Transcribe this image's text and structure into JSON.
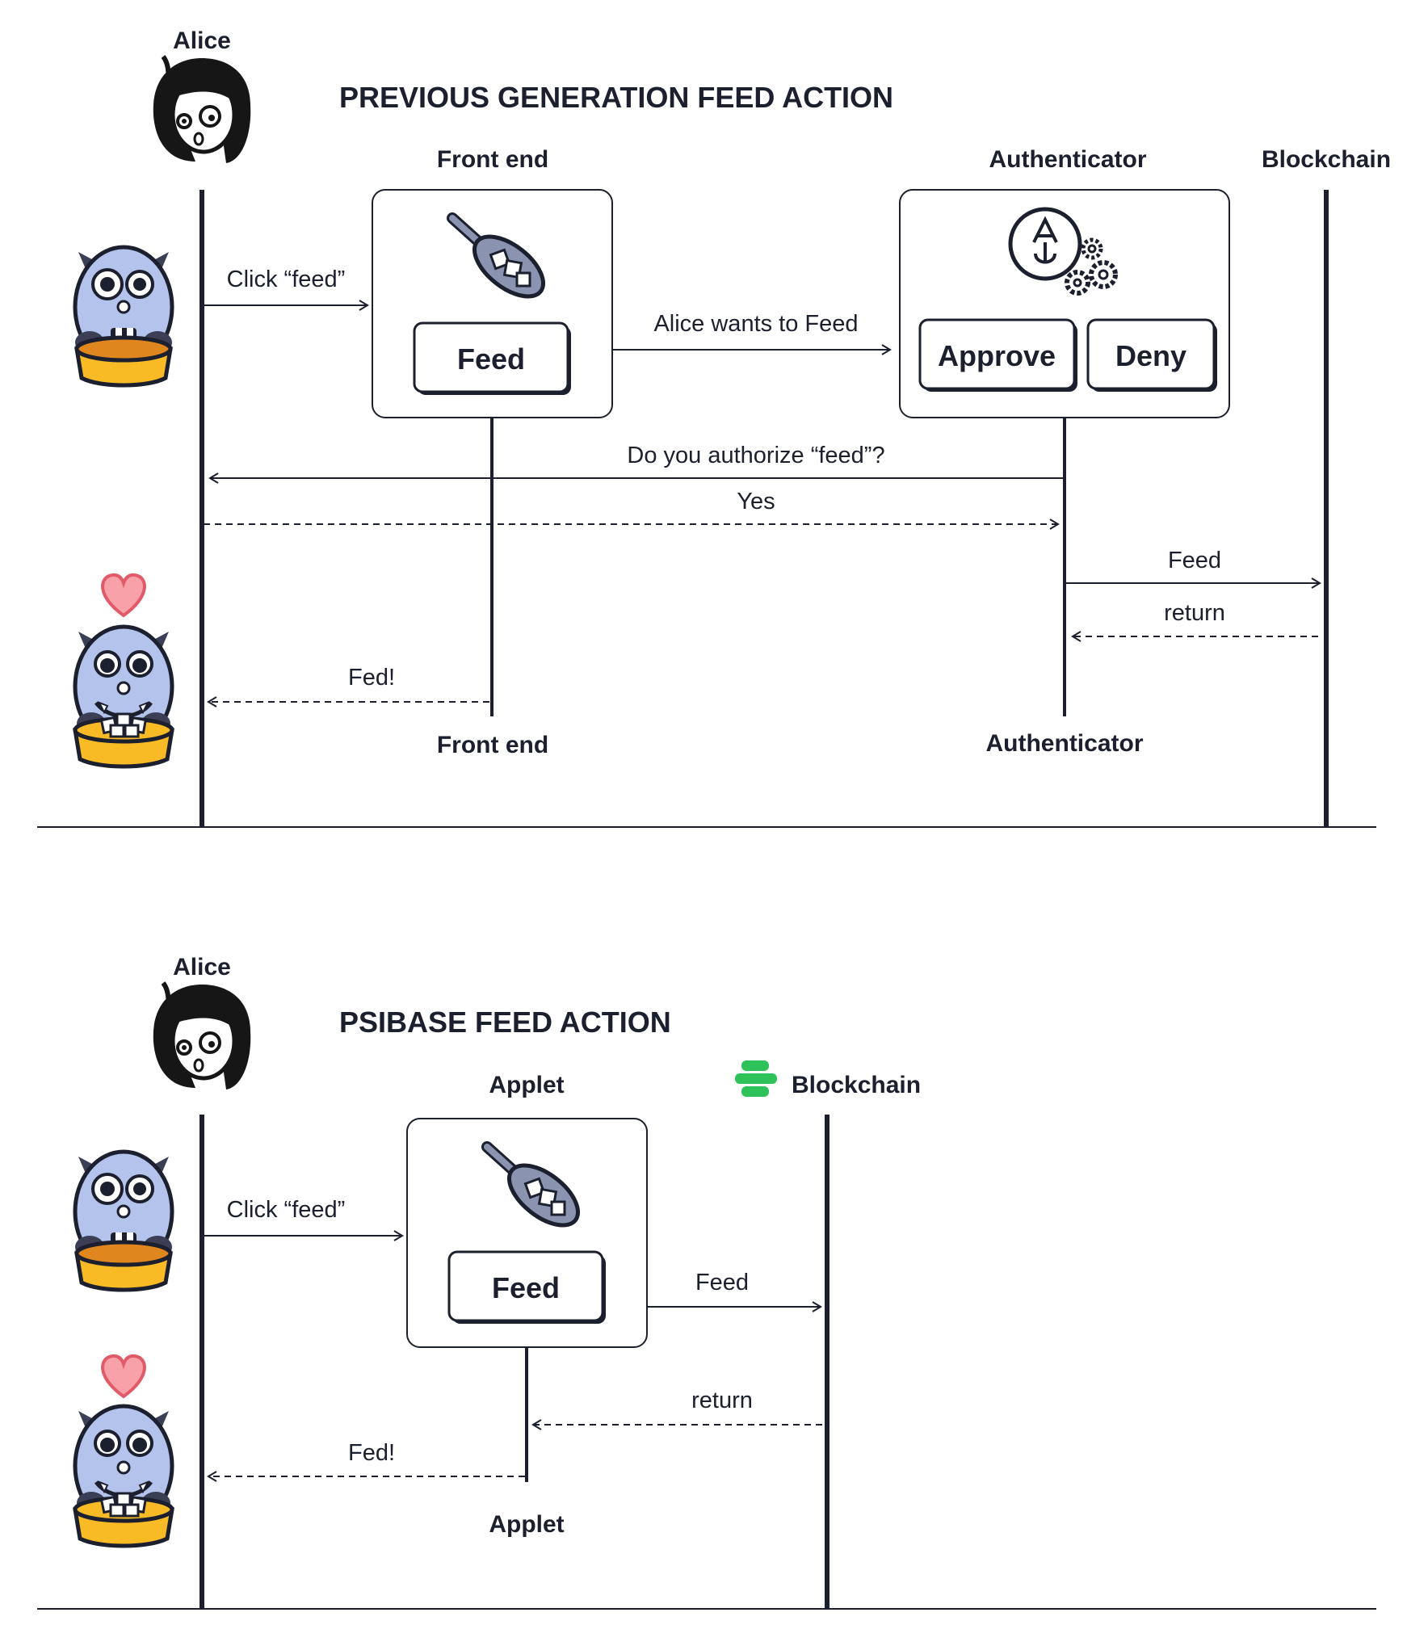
{
  "top": {
    "title": "PREVIOUS GENERATION FEED ACTION",
    "actor": "Alice",
    "lanes": {
      "front_end": "Front end",
      "authenticator": "Authenticator",
      "blockchain": "Blockchain"
    },
    "buttons": {
      "feed": "Feed",
      "approve": "Approve",
      "deny": "Deny"
    },
    "messages": {
      "click_feed": "Click “feed”",
      "alice_wants": "Alice wants to Feed",
      "authorize": "Do you authorize “feed”?",
      "yes": "Yes",
      "feed": "Feed",
      "return": "return",
      "fed": "Fed!"
    },
    "footer": {
      "front_end": "Front end",
      "authenticator": "Authenticator"
    }
  },
  "bottom": {
    "title": "PSIBASE FEED ACTION",
    "actor": "Alice",
    "lanes": {
      "applet": "Applet",
      "blockchain": "Blockchain"
    },
    "buttons": {
      "feed": "Feed"
    },
    "messages": {
      "click_feed": "Click “feed”",
      "feed": "Feed",
      "return": "return",
      "fed": "Fed!"
    },
    "footer": {
      "applet": "Applet"
    }
  },
  "colors": {
    "ink": "#1b1f2e",
    "monster": "#b3c3ec",
    "bowl": "#f8bb26",
    "heart": "#f8a1a8",
    "psibase_logo": "#2fc25b"
  }
}
